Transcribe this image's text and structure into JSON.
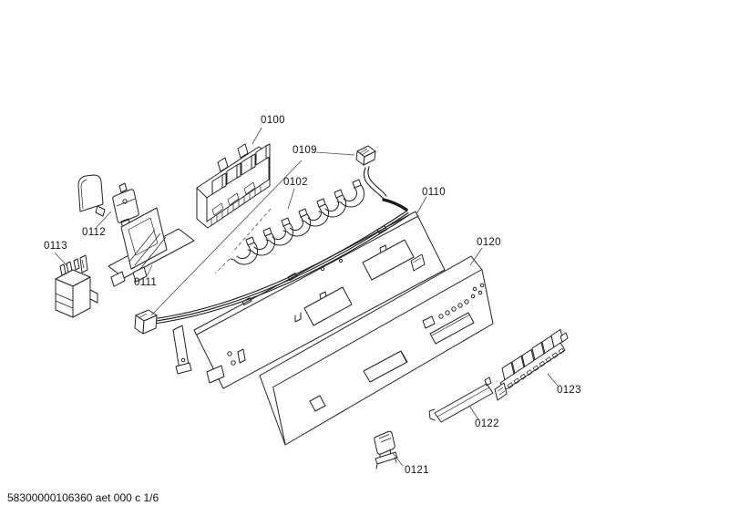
{
  "page": {
    "background_color": "#ffffff",
    "line_color": "#232323",
    "footer_text": "58300000106360 aet 000 c 1/6"
  },
  "parts": [
    {
      "id": "0100",
      "label": "0100"
    },
    {
      "id": "0102",
      "label": "0102"
    },
    {
      "id": "0109",
      "label": "0109"
    },
    {
      "id": "0110",
      "label": "0110"
    },
    {
      "id": "0111",
      "label": "0111"
    },
    {
      "id": "0112",
      "label": "0112"
    },
    {
      "id": "0113",
      "label": "0113"
    },
    {
      "id": "0120",
      "label": "0120"
    },
    {
      "id": "0121",
      "label": "0121"
    },
    {
      "id": "0122",
      "label": "0122"
    },
    {
      "id": "0123",
      "label": "0123"
    }
  ]
}
